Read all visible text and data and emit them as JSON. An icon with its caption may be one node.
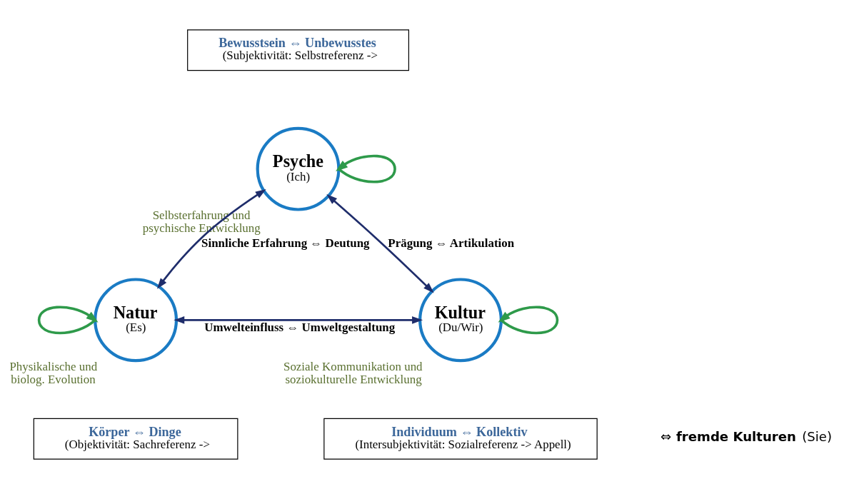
{
  "diagram": {
    "nodes": [
      {
        "text": [
          "Bewusstsein ⇔ Unbewusstes",
          "(Subjektivität: Selbstreferenz ->"
        ]
      },
      {
        "text": [
          "Psyche",
          "(Ich)"
        ],
        "beside": [
          "Selbsterfahrung und psychische Entwicklung"
        ]
      },
      {
        "text": [
          "Natur",
          "(Es)"
        ],
        "beside": [
          "Physikalische und biolog. Evolution"
        ]
      },
      {
        "text": [
          "Kultur",
          "(Du/Wir)"
        ],
        "beside": [
          "Soziale Kommunikation und soziokulturelle Entwicklung"
        ]
      },
      {
        "text": [
          "Körper ⇔ Dinge",
          "(Objektivität: Sachreferenz ->"
        ]
      },
      {
        "text": [
          "Individuum ⇔ Kollektiv",
          "(Intersubjektivität: Sozialreferenz -> Appell)"
        ]
      }
    ],
    "edges": [
      {
        "from": 2,
        "to": 1,
        "arrow": "both",
        "label": "Sinnliche Erfahrung ⇔ Deutung"
      },
      {
        "from": 3,
        "to": 1,
        "arrow": "both",
        "label": "Prägung ⇔ Artikulation"
      },
      {
        "from": 2,
        "to": 3,
        "arrow": "both",
        "label": "Umwelteinfluss ⇔ Umweltgestaltung"
      },
      {
        "from": 1,
        "to": 1,
        "arrow": "to",
        "color": "#2e9a4a"
      },
      {
        "from": 2,
        "to": 2,
        "arrow": "to",
        "color": "#2e9a4a"
      },
      {
        "from": 3,
        "to": 3,
        "arrow": "to",
        "color": "#2e9a4a"
      }
    ],
    "labels": [
      "⇔ **fremde Kulturen** (Sie)"
    ]
  }
}
